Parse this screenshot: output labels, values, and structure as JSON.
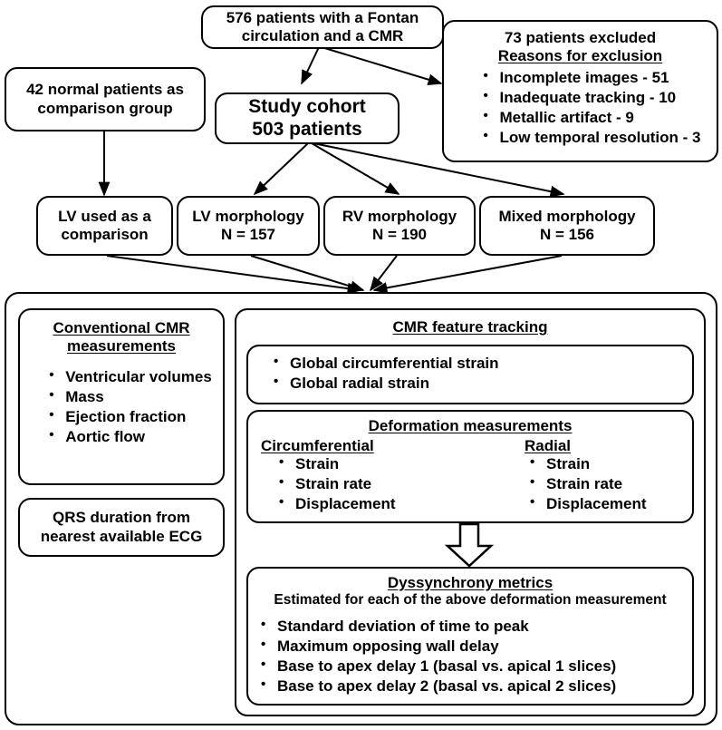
{
  "diagram": {
    "title": "Fontan CMR study flowchart",
    "line_color": "#000000",
    "background": "#ffffff"
  },
  "nodes": {
    "source_cohort": {
      "line1": "576 patients with a Fontan",
      "line2": "circulation and a CMR"
    },
    "excluded": {
      "heading": "73 patients excluded",
      "subheading": "Reasons for exclusion",
      "items": [
        "Incomplete images - 51",
        "Inadequate tracking - 10",
        "Metallic artifact - 9",
        "Low temporal resolution - 3"
      ]
    },
    "normals": {
      "line1": "42 normal patients as",
      "line2": "comparison group"
    },
    "study_cohort": {
      "line1": "Study cohort",
      "line2": "503 patients"
    },
    "lv_comparison": {
      "line1": "LV used as a",
      "line2": "comparison"
    },
    "lv_morphology": {
      "line1": "LV morphology",
      "line2": "N = 157"
    },
    "rv_morphology": {
      "line1": "RV morphology",
      "line2": "N = 190"
    },
    "mixed_morphology": {
      "line1": "Mixed morphology",
      "line2": "N = 156"
    },
    "conventional": {
      "title_line1": "Conventional CMR",
      "title_line2": "measurements",
      "items": [
        "Ventricular volumes",
        "Mass",
        "Ejection fraction",
        "Aortic flow"
      ]
    },
    "qrs": {
      "line1": "QRS duration from",
      "line2": "nearest available ECG"
    },
    "feature_tracking": {
      "title": "CMR feature tracking",
      "global_items": [
        "Global circumferential strain",
        "Global radial strain"
      ]
    },
    "deformation": {
      "title": "Deformation measurements",
      "left_heading": "Circumferential",
      "left_items": [
        "Strain",
        "Strain rate",
        "Displacement"
      ],
      "right_heading": "Radial",
      "right_items": [
        "Strain",
        "Strain rate",
        "Displacement"
      ]
    },
    "dyssynchrony": {
      "title": "Dyssynchrony metrics",
      "subtitle": "Estimated for each of the above deformation measurement",
      "items": [
        "Standard deviation of time to peak",
        "Maximum opposing wall delay",
        "Base to apex delay 1 (basal vs. apical 1 slices)",
        "Base to apex delay 2 (basal vs. apical 2 slices)"
      ]
    }
  },
  "icons": {
    "block_arrow": "down-block-arrow-icon"
  }
}
